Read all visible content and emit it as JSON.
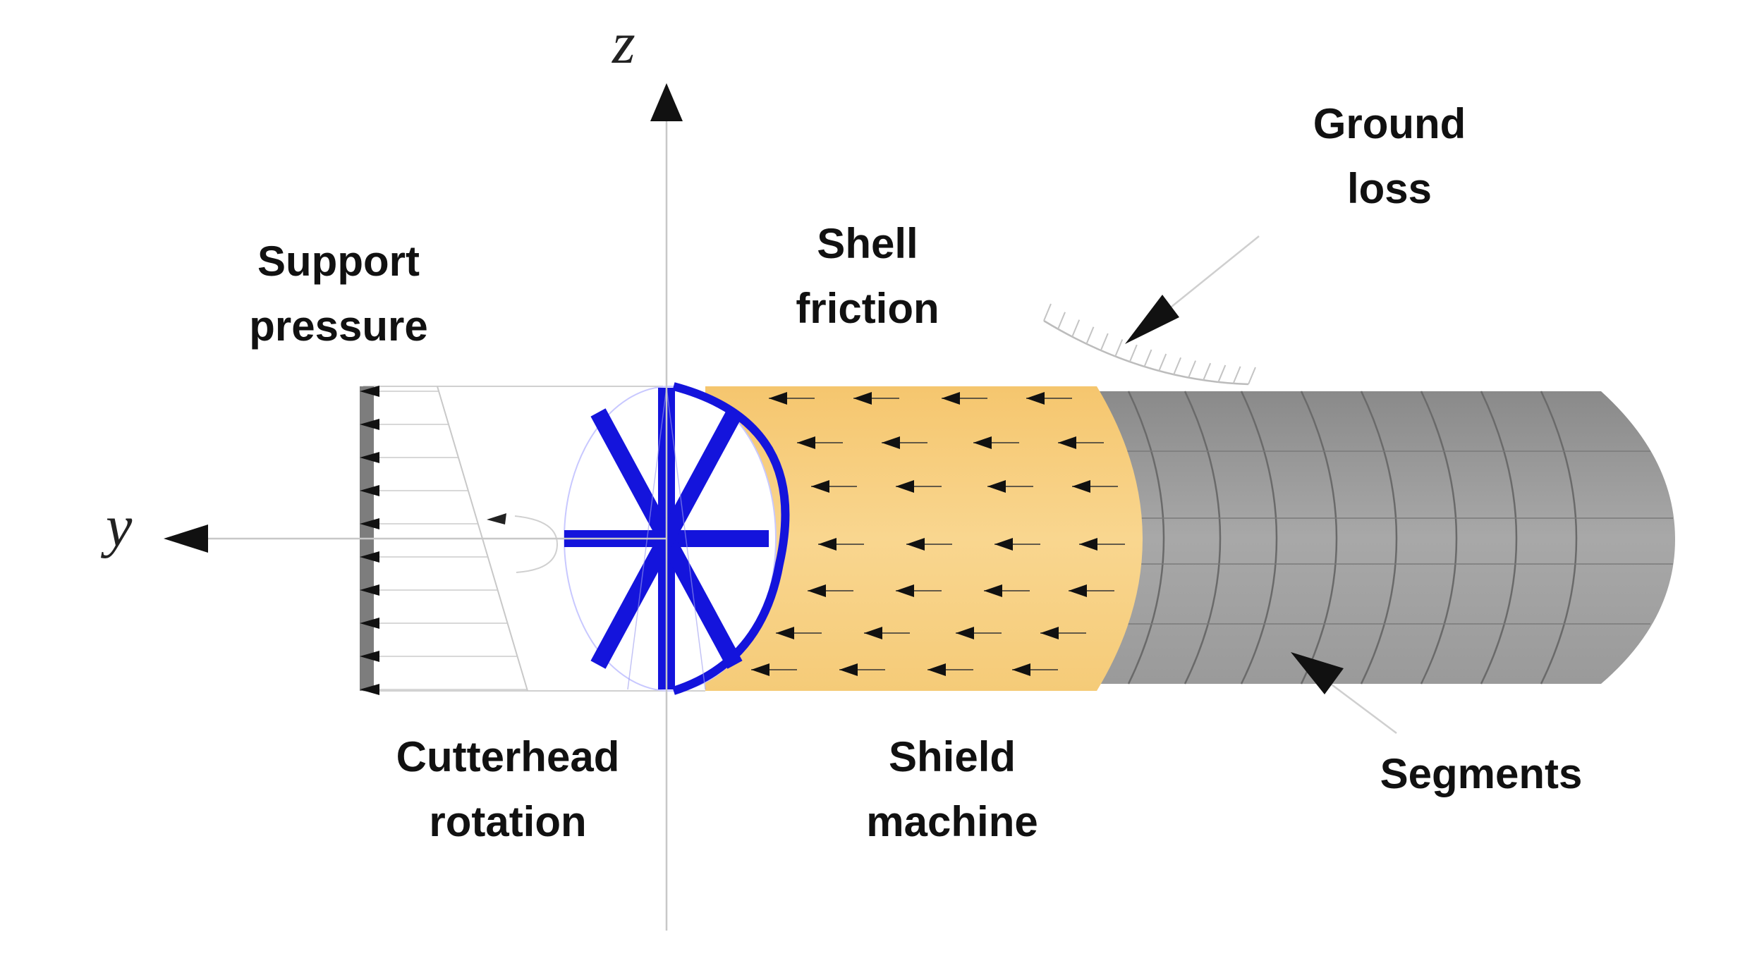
{
  "axes": {
    "z": "z",
    "y": "y"
  },
  "labels": {
    "support_pressure": "Support\npressure",
    "shell_friction": "Shell\nfriction",
    "ground_loss": "Ground\nloss",
    "cutterhead_rotation": "Cutterhead\nrotation",
    "shield_machine": "Shield\nmachine",
    "segments": "Segments"
  },
  "colors": {
    "cutterhead": "#1414dc",
    "shield": "#f7cf7d",
    "segments": "#9a9a9a",
    "support_plate": "#7d7d7d",
    "axis_line": "#c8c8c8"
  }
}
